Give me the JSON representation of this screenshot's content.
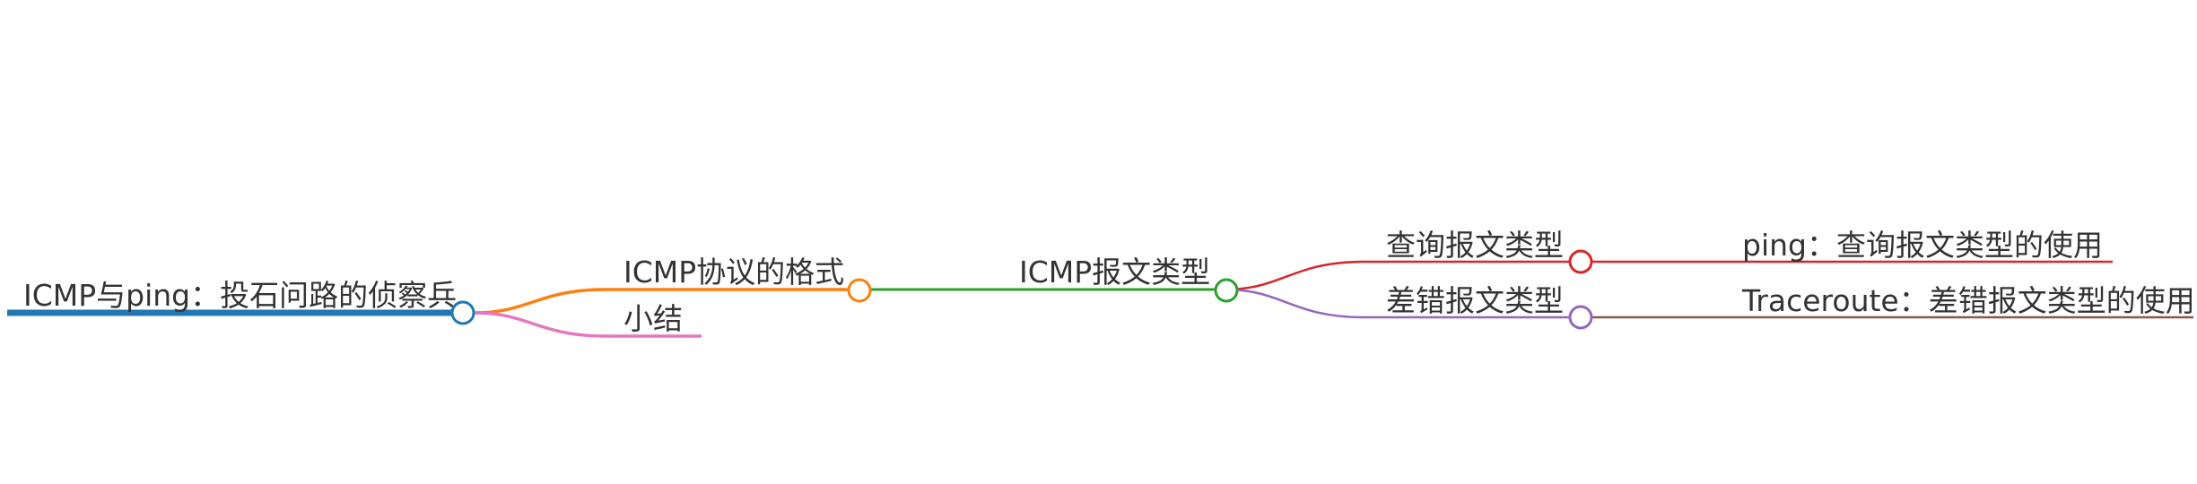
{
  "root": {
    "label": "ICMP与ping：投石问路的侦察兵",
    "color": "#1f77b4"
  },
  "branches": [
    {
      "label": "ICMP协议的格式",
      "color": "#ff7f0e",
      "children": [
        {
          "label": "ICMP报文类型",
          "color": "#2ca02c",
          "children": [
            {
              "label": "查询报文类型",
              "color": "#d62728",
              "children": [
                {
                  "label": "ping：查询报文类型的使用",
                  "color": "#d62728"
                }
              ]
            },
            {
              "label": "差错报文类型",
              "color": "#9467bd",
              "children": [
                {
                  "label": "Traceroute：差错报文类型的使用",
                  "color": "#8c564b"
                }
              ]
            }
          ]
        }
      ]
    },
    {
      "label": "小结",
      "color": "#e377c2"
    }
  ]
}
